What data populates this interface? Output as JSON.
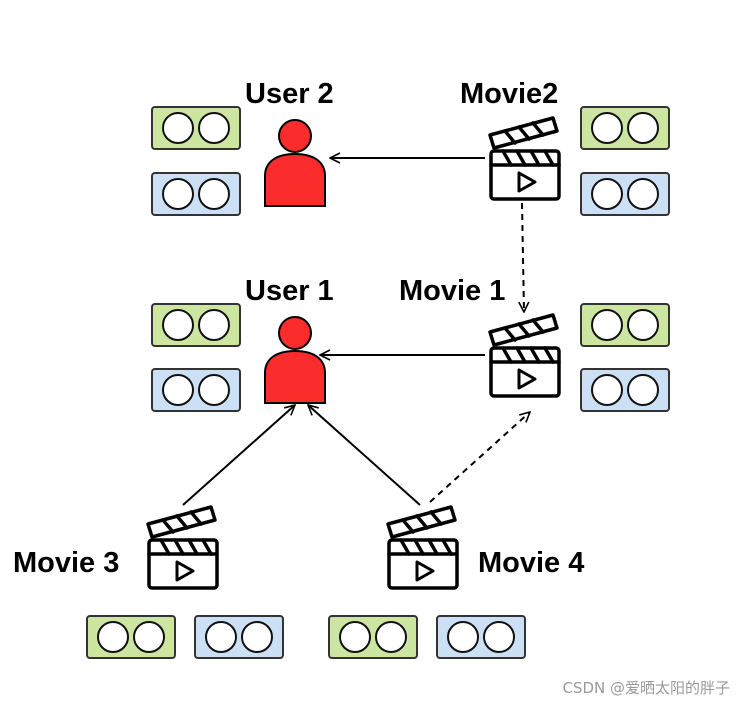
{
  "nodes": {
    "user2": {
      "label": "User 2",
      "kind": "user-icon"
    },
    "user1": {
      "label": "User 1",
      "kind": "user-icon"
    },
    "movie2": {
      "label": "Movie2",
      "kind": "clapperboard-icon"
    },
    "movie1": {
      "label": "Movie 1",
      "kind": "clapperboard-icon"
    },
    "movie3": {
      "label": "Movie 3",
      "kind": "clapperboard-icon"
    },
    "movie4": {
      "label": "Movie 4",
      "kind": "clapperboard-icon"
    }
  },
  "embeddings_per_node": 2,
  "embedding_colors": [
    "#cce5a0",
    "#cce0f5"
  ],
  "edges": [
    {
      "from": "movie2",
      "to": "user2",
      "style": "solid"
    },
    {
      "from": "movie1",
      "to": "user1",
      "style": "solid"
    },
    {
      "from": "movie3",
      "to": "user1",
      "style": "solid"
    },
    {
      "from": "movie4",
      "to": "user1",
      "style": "solid"
    },
    {
      "from": "movie2",
      "to": "movie1",
      "style": "dashed"
    },
    {
      "from": "movie4",
      "to": "movie1",
      "style": "dashed"
    }
  ],
  "colors": {
    "user": "#fb2c2c",
    "embedding_border": "#333333"
  },
  "watermark": "CSDN @爱晒太阳的胖子"
}
